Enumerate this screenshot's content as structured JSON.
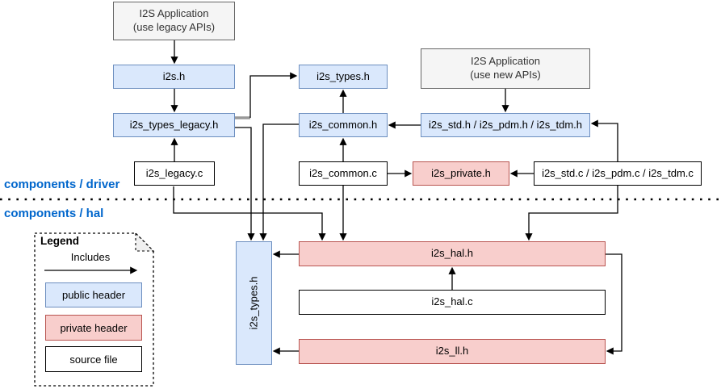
{
  "sections": {
    "driver_label": "components / driver",
    "hal_label": "components / hal"
  },
  "nodes": {
    "app_legacy": {
      "line1": "I2S Application",
      "line2": "(use legacy APIs)",
      "type": "application"
    },
    "app_new": {
      "line1": "I2S Application",
      "line2": "(use new APIs)",
      "type": "application"
    },
    "i2s_h": {
      "label": "i2s.h",
      "type": "public header"
    },
    "i2s_types_legacy_h": {
      "label": "i2s_types_legacy.h",
      "type": "public header"
    },
    "i2s_legacy_c": {
      "label": "i2s_legacy.c",
      "type": "source file"
    },
    "i2s_types_h_driver": {
      "label": "i2s_types.h",
      "type": "public header"
    },
    "i2s_common_h": {
      "label": "i2s_common.h",
      "type": "public header"
    },
    "i2s_common_c": {
      "label": "i2s_common.c",
      "type": "source file"
    },
    "i2s_std_pdm_tdm_h": {
      "label": "i2s_std.h / i2s_pdm.h / i2s_tdm.h",
      "type": "public header"
    },
    "i2s_private_h": {
      "label": "i2s_private.h",
      "type": "private header"
    },
    "i2s_std_pdm_tdm_c": {
      "label": "i2s_std.c / i2s_pdm.c / i2s_tdm.c",
      "type": "source file"
    },
    "i2s_types_h_hal": {
      "label": "i2s_types.h",
      "type": "public header"
    },
    "i2s_hal_h": {
      "label": "i2s_hal.h",
      "type": "private header"
    },
    "i2s_hal_c": {
      "label": "i2s_hal.c",
      "type": "source file"
    },
    "i2s_ll_h": {
      "label": "i2s_ll.h",
      "type": "private header"
    }
  },
  "edges": [
    {
      "from": "app_legacy",
      "to": "i2s_h"
    },
    {
      "from": "i2s_h",
      "to": "i2s_types_legacy_h"
    },
    {
      "from": "i2s_legacy_c",
      "to": "i2s_types_legacy_h"
    },
    {
      "from": "i2s_types_legacy_h",
      "to": "i2s_types_h_driver"
    },
    {
      "from": "i2s_types_legacy_h",
      "to": "i2s_types_h_hal"
    },
    {
      "from": "i2s_common_h",
      "to": "i2s_types_h_driver"
    },
    {
      "from": "i2s_common_c",
      "to": "i2s_common_h"
    },
    {
      "from": "i2s_common_h",
      "to": "i2s_types_h_hal"
    },
    {
      "from": "i2s_common_c",
      "to": "i2s_hal_h"
    },
    {
      "from": "i2s_common_c",
      "to": "i2s_private_h"
    },
    {
      "from": "app_new",
      "to": "i2s_std_pdm_tdm_h"
    },
    {
      "from": "i2s_std_pdm_tdm_h",
      "to": "i2s_common_h"
    },
    {
      "from": "i2s_std_pdm_tdm_c",
      "to": "i2s_private_h"
    },
    {
      "from": "i2s_std_pdm_tdm_c",
      "to": "i2s_std_pdm_tdm_h"
    },
    {
      "from": "i2s_std_pdm_tdm_c",
      "to": "i2s_hal_h"
    },
    {
      "from": "i2s_legacy_c",
      "to": "i2s_hal_h"
    },
    {
      "from": "i2s_hal_c",
      "to": "i2s_hal_h"
    },
    {
      "from": "i2s_hal_h",
      "to": "i2s_types_h_hal"
    },
    {
      "from": "i2s_ll_h",
      "to": "i2s_types_h_hal"
    },
    {
      "from": "i2s_hal_h",
      "to": "i2s_ll_h"
    }
  ],
  "legend": {
    "title": "Legend",
    "arrow_label": "Includes",
    "items": [
      {
        "label": "public header",
        "type": "public"
      },
      {
        "label": "private header",
        "type": "private"
      },
      {
        "label": "source file",
        "type": "source"
      }
    ]
  },
  "colors": {
    "public_header_fill": "#dae8fc",
    "public_header_stroke": "#6c8ebf",
    "private_header_fill": "#f8cecc",
    "private_header_stroke": "#b85450",
    "application_fill": "#f5f5f5",
    "application_stroke": "#666666",
    "source_file_fill": "#ffffff",
    "source_file_stroke": "#000000",
    "section_label_color": "#0066cc",
    "connector_color": "#000000"
  }
}
